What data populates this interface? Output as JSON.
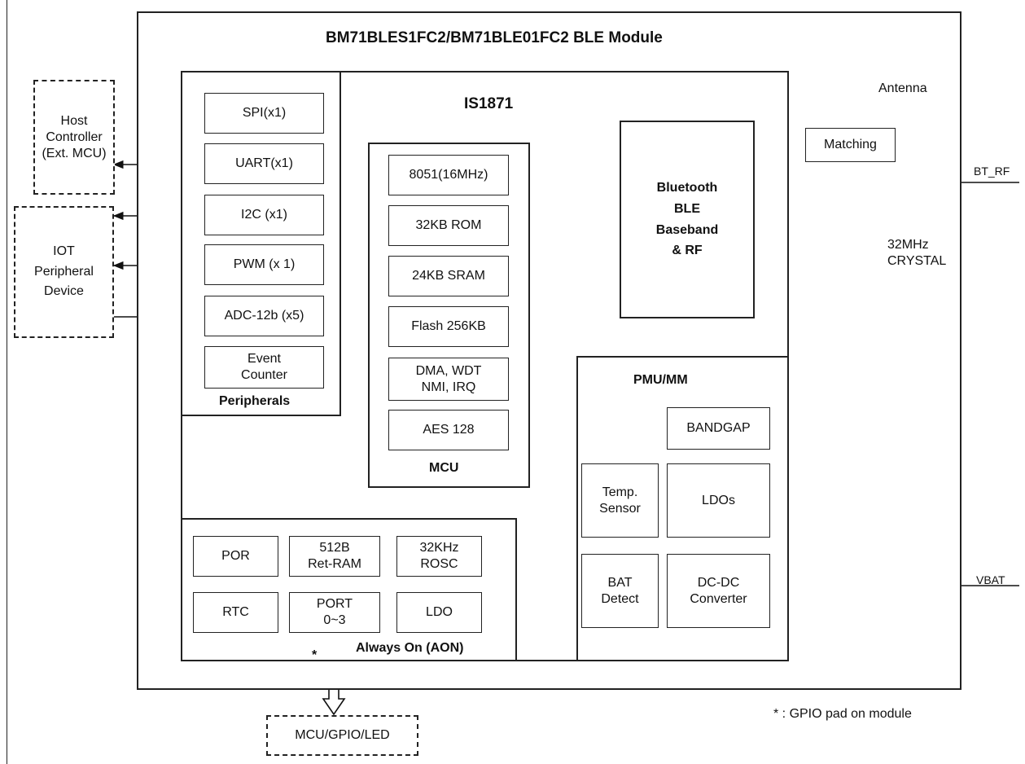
{
  "module_title": "BM71BLES1FC2/BM71BLE01FC2  BLE Module",
  "chip_title": "IS1871",
  "host_controller": "Host\nController\n(Ext. MCU)",
  "iot_device": "IOT\nPeripheral\nDevice",
  "mcu_gpio_led": "MCU/GPIO/LED",
  "peripherals": {
    "title": "Peripherals",
    "spi": "SPI(x1)",
    "uart": "UART(x1)",
    "i2c": "I2C (x1)",
    "pwm": "PWM (x 1)",
    "adc": "ADC-12b (x5)",
    "event_counter": "Event\nCounter"
  },
  "mcu": {
    "title": "MCU",
    "core": "8051(16MHz)",
    "rom": "32KB ROM",
    "sram": "24KB SRAM",
    "flash": "Flash 256KB",
    "dma": "DMA, WDT\nNMI, IRQ",
    "aes": "AES 128"
  },
  "bluetooth": "Bluetooth\nBLE\nBaseband\n& RF",
  "matching": "Matching",
  "antenna": "Antenna",
  "bt_rf": "BT_RF",
  "crystal": "32MHz\nCRYSTAL",
  "pmu": {
    "title": "PMU/MM",
    "bandgap": "BANDGAP",
    "temp_sensor": "Temp.\nSensor",
    "ldos": "LDOs",
    "bat_detect": "BAT\nDetect",
    "dcdc": "DC-DC\nConverter"
  },
  "vbat": "VBAT",
  "aon": {
    "title": "Always On (AON)",
    "por": "POR",
    "ret_ram": "512B\nRet-RAM",
    "rosc": "32KHz\nROSC",
    "rtc": "RTC",
    "port": "PORT\n0~3",
    "ldo": "LDO"
  },
  "asterisk": "*",
  "footnote": "* : GPIO pad on module"
}
